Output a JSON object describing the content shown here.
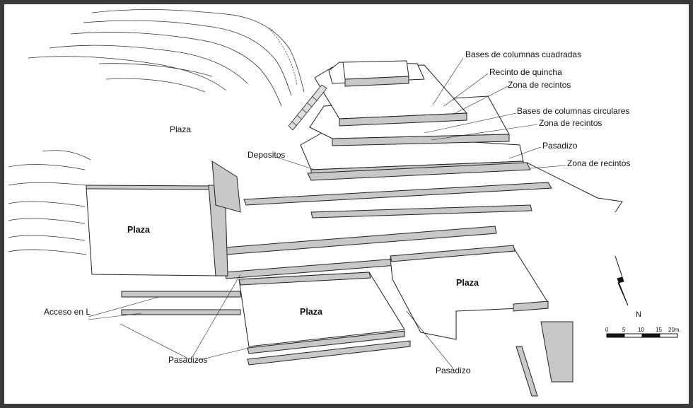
{
  "labels": {
    "plaza_top": "Plaza",
    "plaza_left": "Plaza",
    "plaza_center": "Plaza",
    "plaza_right": "Plaza",
    "bases_cuadradas": "Bases de columnas cuadradas",
    "recinto_quincha": "Recinto de quincha",
    "zona_recintos_1": "Zona de recintos",
    "bases_circulares": "Bases de columnas circulares",
    "zona_recintos_2": "Zona de recintos",
    "pasadizo_top": "Pasadizo",
    "zona_recintos_3": "Zona de recintos",
    "depositos": "Depositos",
    "acceso": "Acceso en L",
    "pasadizos": "Pasadizos",
    "pasadizo_bottom": "Pasadizo"
  },
  "north": "N",
  "scale": {
    "ticks": [
      "0",
      "5",
      "10",
      "15",
      "20m."
    ]
  },
  "colors": {
    "frame": "#3a3a3a",
    "wall_top": "#ffffff",
    "wall_side": "#c8c8c8",
    "line": "#222222"
  }
}
